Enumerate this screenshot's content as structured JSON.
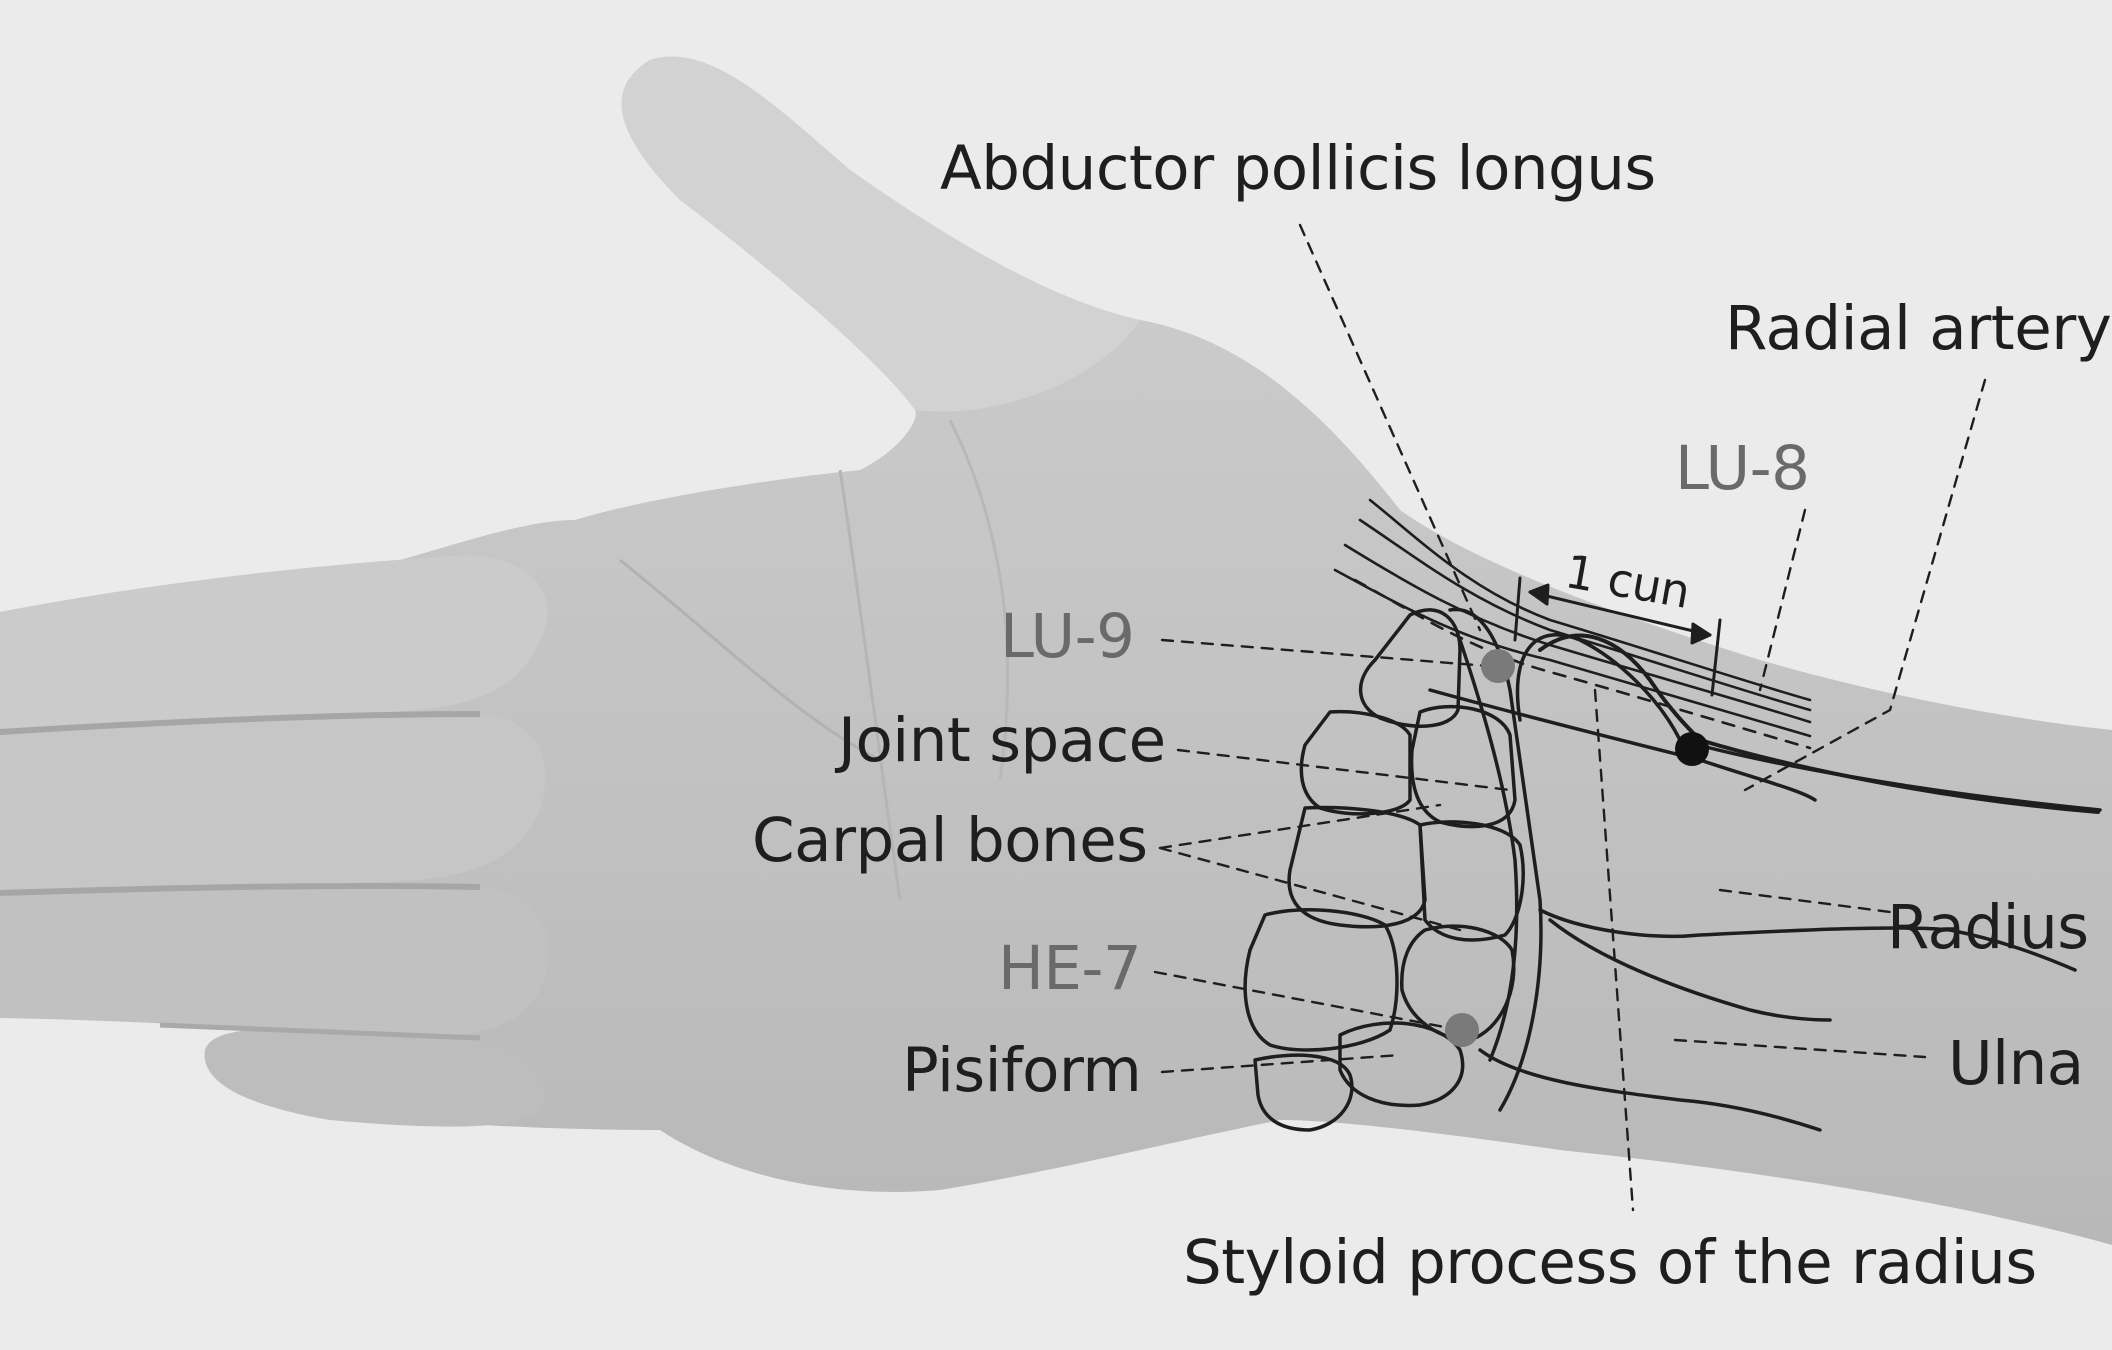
{
  "diagram": {
    "labels": {
      "abductor": "Abductor pollicis longus",
      "radial_artery": "Radial artery",
      "lu8": "LU-8",
      "one_cun": "1 cun",
      "lu9": "LU-9",
      "joint_space": "Joint space",
      "carpal_bones": "Carpal bones",
      "radius": "Radius",
      "he7": "HE-7",
      "ulna": "Ulna",
      "pisiform": "Pisiform",
      "styloid": "Styloid process of the radius"
    },
    "colors": {
      "background": "#ebebeb",
      "skin": "#c7c7c7",
      "skin_shadow": "#b4b4b4",
      "line": "#1e1e1e",
      "point_label": "#6a6a6a",
      "grey_point": "#7a7a7a",
      "black_point": "#111111"
    }
  }
}
